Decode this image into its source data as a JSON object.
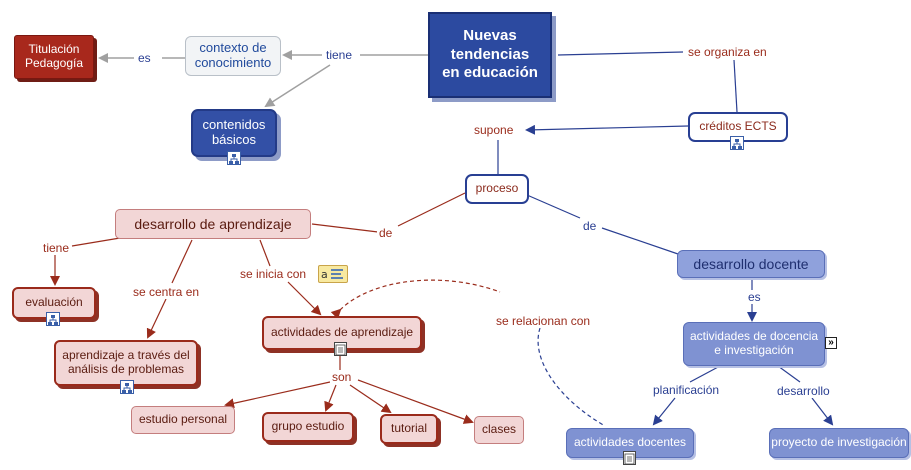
{
  "colors": {
    "dark_red": "#a8281c",
    "navy": "#2c4aa0",
    "link_red": "#9a2c1c",
    "link_blue": "#2a3f92",
    "pink_fill": "#f2d6d6",
    "lavender_fill": "#7f92d2",
    "gray_arrow": "#a0a0a0"
  },
  "nodes": {
    "nuevas_tendencias": "Nuevas\ntendencias\nen educación",
    "titulacion": "Titulación\nPedagogía",
    "contexto": "contexto de\nconocimiento",
    "contenidos": "contenidos\nbásicos",
    "creditos": "créditos ECTS",
    "proceso": "proceso",
    "desarrollo_aprendizaje": "desarrollo de aprendizaje",
    "desarrollo_docente": "desarrollo docente",
    "evaluacion": "evaluación",
    "aprendizaje_problemas": "aprendizaje a través del\nanálisis de problemas",
    "actividades_aprendizaje": "actividades de aprendizaje",
    "estudio_personal": "estudio personal",
    "grupo_estudio": "grupo estudio",
    "tutorial": "tutorial",
    "clases": "clases",
    "actividades_docencia": "actividades de docencia\ne investigación",
    "actividades_docentes": "actividades docentes",
    "proyecto": "proyecto de investigación"
  },
  "links": {
    "es_1": "es",
    "tiene_1": "tiene",
    "se_organiza": "se organiza en",
    "supone": "supone",
    "de_1": "de",
    "de_2": "de",
    "tiene_2": "tiene",
    "se_centra": "se centra en",
    "se_inicia": "se inicia con",
    "se_relacionan": "se relacionan con",
    "son": "son",
    "es_2": "es",
    "planificacion": "planificación",
    "desarrollo": "desarrollo"
  },
  "icons": {
    "concept_map": "concept-map-icon",
    "document": "document-icon",
    "link": "external-link-icon",
    "note": "annotation-note-icon"
  }
}
